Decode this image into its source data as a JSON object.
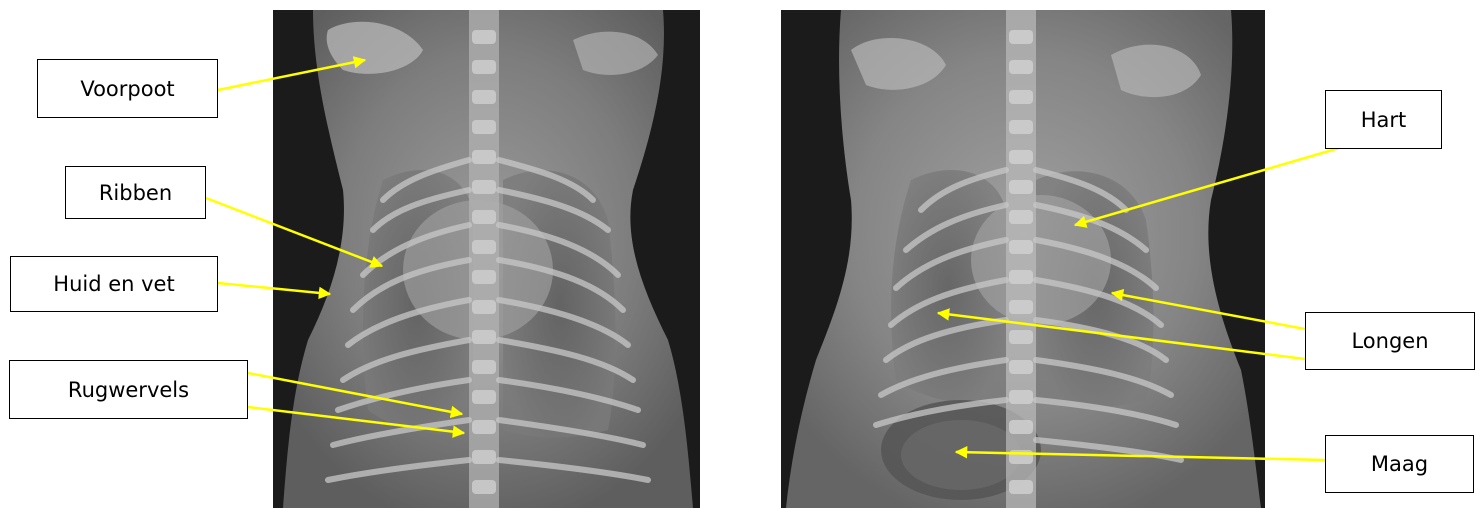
{
  "figure": {
    "left_image_labels": {
      "voorpoot": "Voorpoot",
      "ribben": "Ribben",
      "huid_en_vet": "Huid en vet",
      "rugwervels": "Rugwervels"
    },
    "right_image_labels": {
      "hart": "Hart",
      "longen": "Longen",
      "maag": "Maag"
    },
    "arrow_color": "#ffff00",
    "xray_background": "#1b1b1b"
  }
}
